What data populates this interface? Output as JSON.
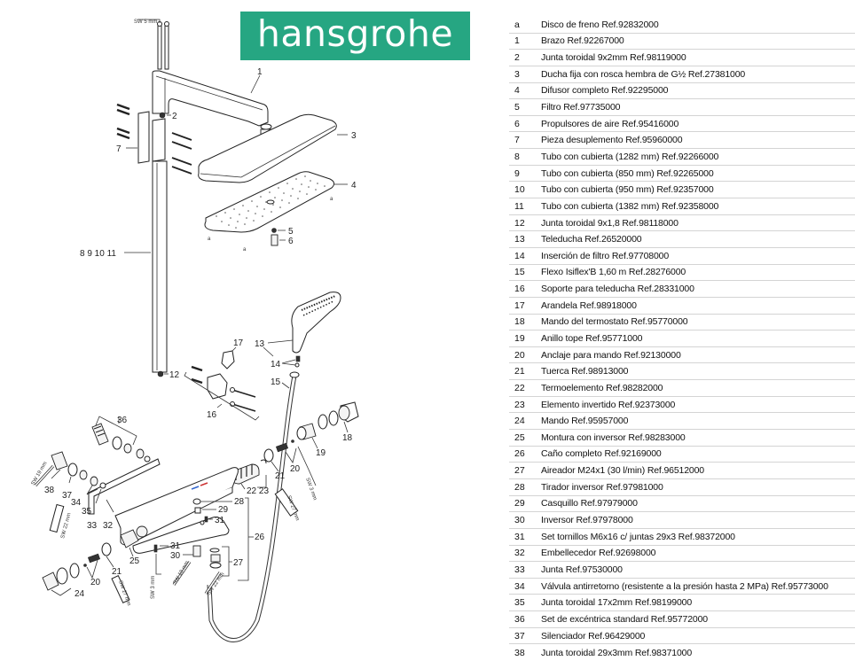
{
  "brand": {
    "name": "hansgrohe",
    "color": "#26a682"
  },
  "diagram": {
    "callouts": {
      "c1": "1",
      "c2": "2",
      "c3": "3",
      "c4": "4",
      "c5": "5",
      "c6": "6",
      "c7": "7",
      "c8_11": "8  9  10 11",
      "c12": "12",
      "c13": "13",
      "c14": "14",
      "c15": "15",
      "c16": "16",
      "c17": "17",
      "c18": "18",
      "c19": "19",
      "c20a": "20",
      "c20b": "20",
      "c21a": "21",
      "c21b": "21",
      "c22_23": "22 23",
      "c24": "24",
      "c25": "25",
      "c26": "26",
      "c27": "27",
      "c28": "28",
      "c29": "29",
      "c30": "30",
      "c31a": "31",
      "c31b": "31",
      "c32": "32",
      "c33": "33",
      "c34": "34",
      "c35": "35",
      "c36": "36",
      "c37": "37",
      "c38": "38",
      "ca1": "a",
      "ca2": "a",
      "ca3": "a",
      "ca4": "a"
    },
    "tools": {
      "sw5": "SW 5 mm",
      "sw19a": "SW 19 mm",
      "sw22a": "SW 22 mm",
      "sw27a": "SW 27 mm",
      "sw3a": "SW 3 mm",
      "sw19b": "SW 19 mm",
      "sw22b": "SW 22 mm",
      "sw27b": "SW 27 mm",
      "sw3b": "SW 3 mm"
    }
  },
  "parts": [
    {
      "key": "a",
      "desc": "Disco de freno Ref.92832000"
    },
    {
      "key": "1",
      "desc": "Brazo Ref.92267000"
    },
    {
      "key": "2",
      "desc": "Junta toroidal 9x2mm Ref.98119000"
    },
    {
      "key": "3",
      "desc": "Ducha fija con rosca hembra de G½ Ref.27381000"
    },
    {
      "key": "4",
      "desc": "Difusor completo Ref.92295000"
    },
    {
      "key": "5",
      "desc": "Filtro Ref.97735000"
    },
    {
      "key": "6",
      "desc": "Propulsores de aire Ref.95416000"
    },
    {
      "key": "7",
      "desc": "Pieza desuplemento Ref.95960000"
    },
    {
      "key": "8",
      "desc": "Tubo con cubierta (1282 mm) Ref.92266000"
    },
    {
      "key": "9",
      "desc": "Tubo con cubierta (850 mm) Ref.92265000"
    },
    {
      "key": "10",
      "desc": "Tubo con cubierta (950 mm) Ref.92357000"
    },
    {
      "key": "11",
      "desc": "Tubo con cubierta (1382 mm) Ref.92358000"
    },
    {
      "key": "12",
      "desc": "Junta toroidal 9x1,8 Ref.98118000"
    },
    {
      "key": "13",
      "desc": "Teleducha Ref.26520000"
    },
    {
      "key": "14",
      "desc": "Inserción de filtro Ref.97708000"
    },
    {
      "key": "15",
      "desc": "Flexo Isiflex'B 1,60 m Ref.28276000"
    },
    {
      "key": "16",
      "desc": "Soporte para teleducha Ref.28331000"
    },
    {
      "key": "17",
      "desc": "Arandela Ref.98918000"
    },
    {
      "key": "18",
      "desc": "Mando del termostato Ref.95770000"
    },
    {
      "key": "19",
      "desc": "Anillo tope Ref.95771000"
    },
    {
      "key": "20",
      "desc": "Anclaje para mando Ref.92130000"
    },
    {
      "key": "21",
      "desc": "Tuerca Ref.98913000"
    },
    {
      "key": "22",
      "desc": "Termoelemento Ref.98282000"
    },
    {
      "key": "23",
      "desc": "Elemento invertido Ref.92373000"
    },
    {
      "key": "24",
      "desc": "Mando Ref.95957000"
    },
    {
      "key": "25",
      "desc": "Montura con inversor Ref.98283000"
    },
    {
      "key": "26",
      "desc": "Caño completo Ref.92169000"
    },
    {
      "key": "27",
      "desc": "Aireador M24x1 (30 l/min) Ref.96512000"
    },
    {
      "key": "28",
      "desc": "Tirador inversor Ref.97981000"
    },
    {
      "key": "29",
      "desc": "Casquillo Ref.97979000"
    },
    {
      "key": "30",
      "desc": "Inversor Ref.97978000"
    },
    {
      "key": "31",
      "desc": "Set tornillos M6x16 c/ juntas 29x3 Ref.98372000"
    },
    {
      "key": "32",
      "desc": "Embellecedor Ref.92698000"
    },
    {
      "key": "33",
      "desc": "Junta Ref.97530000"
    },
    {
      "key": "34",
      "desc": "Válvula antirretorno (resistente a la presión hasta 2 MPa) Ref.95773000"
    },
    {
      "key": "35",
      "desc": "Junta toroidal 17x2mm Ref.98199000"
    },
    {
      "key": "36",
      "desc": "Set de excéntrica standard Ref.95772000"
    },
    {
      "key": "37",
      "desc": "Silenciador Ref.96429000"
    },
    {
      "key": "38",
      "desc": "Junta toroidal 29x3mm Ref.98371000"
    }
  ]
}
